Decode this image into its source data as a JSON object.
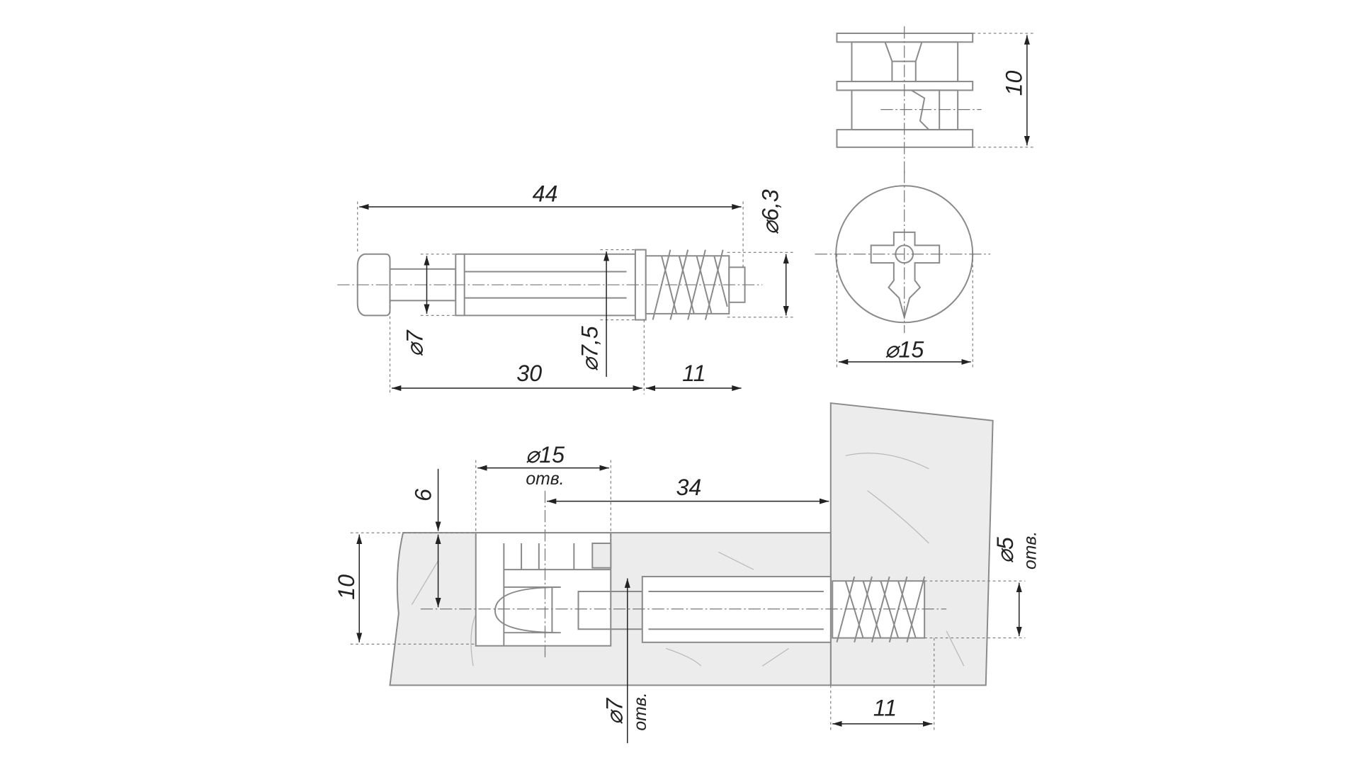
{
  "dimensions": {
    "total_length": "44",
    "thread_diameter": "⌀6,3",
    "head_neck_diameter": "⌀7",
    "sleeve_diameter": "⌀7,5",
    "body_length": "30",
    "thread_length": "11",
    "cam_diameter": "⌀15",
    "cam_height": "10",
    "hole_cam_diameter": "⌀15",
    "hole_cam_note": "отв.",
    "hole_offset": "34",
    "cam_depth_center": "6",
    "panel_cam_height": "10",
    "hole_screw_diameter": "⌀5",
    "hole_screw_note": "отв.",
    "hole_bolt_diameter": "⌀7",
    "hole_bolt_note": "отв.",
    "screw_depth": "11"
  }
}
